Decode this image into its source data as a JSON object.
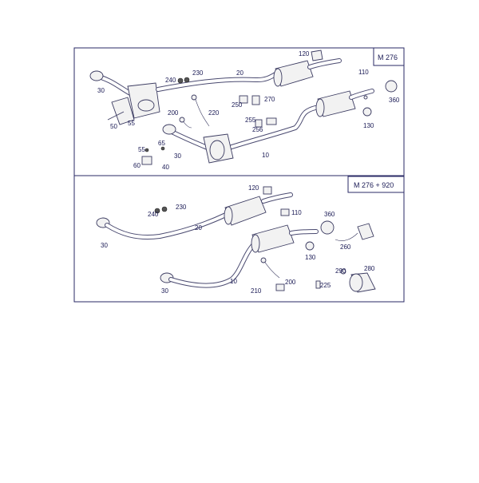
{
  "sections": [
    {
      "model_label": "M 276",
      "callouts": [
        "120",
        "110",
        "360",
        "130",
        "20",
        "240",
        "230",
        "30",
        "250",
        "270",
        "220",
        "200",
        "255",
        "256",
        "10",
        "50",
        "55",
        "65",
        "55",
        "30",
        "60",
        "40"
      ]
    },
    {
      "model_label": "M 276 + 920",
      "callouts": [
        "120",
        "230",
        "240",
        "110",
        "360",
        "20",
        "30",
        "130",
        "260",
        "280",
        "290",
        "200",
        "10",
        "210",
        "225",
        "30"
      ]
    }
  ]
}
